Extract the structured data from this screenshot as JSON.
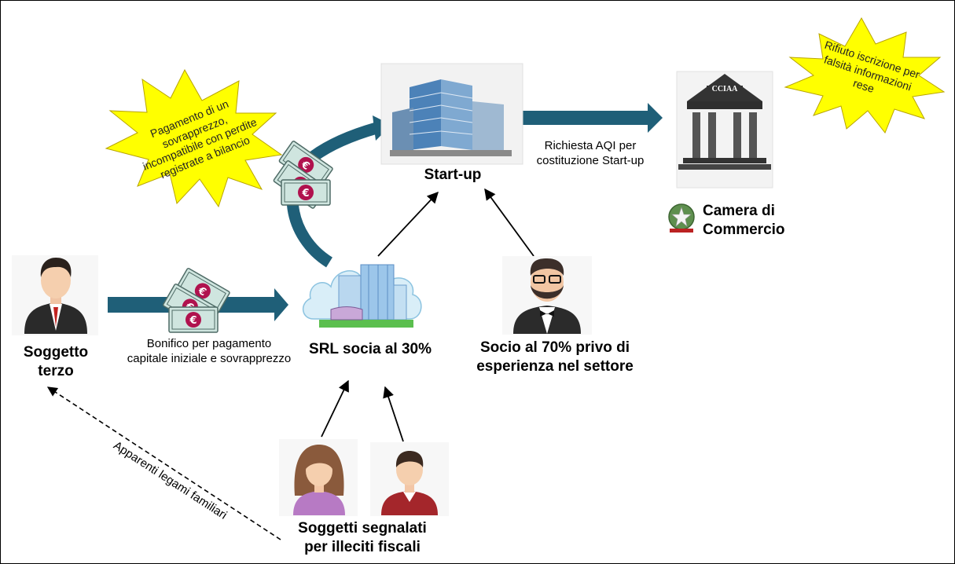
{
  "nodes": {
    "startup": "Start-up",
    "camera": "Camera di\nCommercio",
    "cciaa_sign": "CCIAA",
    "soggetto_terzo": "Soggetto\nterzo",
    "srl": "SRL socia al 30%",
    "socio70": "Socio al 70% privo di\nesperienza nel settore",
    "segnalati": "Soggetti segnalati\nper illeciti fiscali"
  },
  "edges": {
    "bonifico": "Bonifico per pagamento\ncapitale iniziale e sovrapprezzo",
    "richiesta": "Richiesta AQI per\ncostituzione Start-up",
    "legami": "Apparenti legami familiari"
  },
  "callouts": {
    "sovrapprezzo": "Pagamento di un\nsovrapprezzo,\nincompatibile con perdite\nregistrate a bilancio",
    "rifiuto": "Rifiuto iscrizione per\nfalsità informazioni\nrese"
  },
  "colors": {
    "arrow_teal": "#1f5f78",
    "burst_yellow": "#ffff00",
    "euro_pink": "#b0124e",
    "banknote_green": "#cfe5df"
  }
}
